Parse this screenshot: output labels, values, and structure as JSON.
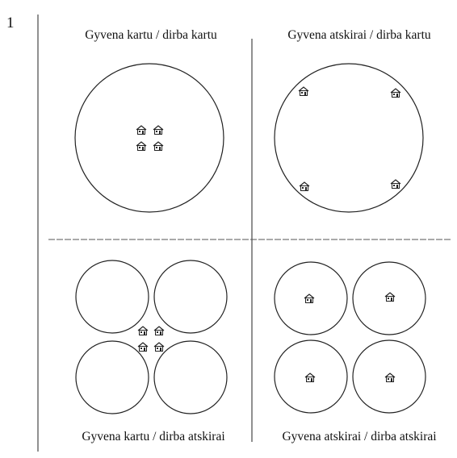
{
  "figure": {
    "number": "1",
    "quadrants": [
      {
        "id": "q1",
        "title": "Gyvena kartu / dirba kartu"
      },
      {
        "id": "q2",
        "title": "Gyvena atskirai / dirba kartu"
      },
      {
        "id": "q3",
        "title": "Gyvena kartu / dirba atskirai"
      },
      {
        "id": "q4",
        "title": "Gyvena atskirai / dirba atskirai"
      }
    ],
    "icon": "house-icon",
    "colors": {
      "line": "#222222",
      "background": "#ffffff"
    }
  }
}
